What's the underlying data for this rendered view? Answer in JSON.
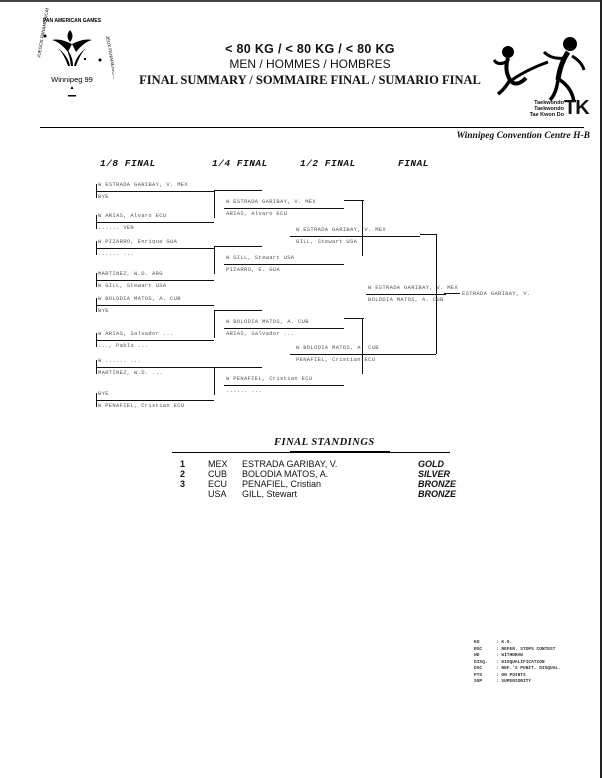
{
  "header": {
    "weight_class": "< 80 KG / < 80 KG / < 80 KG",
    "gender": "MEN / HOMMES / HOMBRES",
    "document_title": "FINAL SUMMARY / SOMMAIRE FINAL / SUMARIO FINAL",
    "event_logo_text": "Winnipeg 99",
    "event_logo_ring": "PAN AMERICAN GAMES • JEUX PANAMERICAINS • JUEGOS PANAMERICANOS",
    "sport_names": [
      "Taekwondo",
      "Taekwondo",
      "Tae Kwon Do"
    ],
    "sport_code": "TK",
    "venue": "Winnipeg Convention Centre H-B"
  },
  "bracket": {
    "rounds": [
      "1/8 FINAL",
      "1/4 FINAL",
      "1/2 FINAL",
      "FINAL"
    ],
    "round_of_16": [
      {
        "text": "W  ESTRADA GARIBAY, V.   MEX"
      },
      {
        "text": "   BYE"
      },
      {
        "text": "W  ARIAS, Alvaro        ECU"
      },
      {
        "text": "   ......                    VEN"
      },
      {
        "text": "W  PIZARRO, Enrique     GUA"
      },
      {
        "text": "   ......                    ..."
      },
      {
        "text": "   MARTINEZ, W.D.          ARG"
      },
      {
        "text": "W  GILL, Stewart          USA"
      },
      {
        "text": "W  BOLODIA MATOS, A.      CUB"
      },
      {
        "text": "   BYE"
      },
      {
        "text": "W  ARIAS, Salvador        ..."
      },
      {
        "text": "   ..., Pablo                 ..."
      },
      {
        "text": "W  ......                    ..."
      },
      {
        "text": "   MARTINEZ, W.D.          ..."
      },
      {
        "text": "   BYE"
      },
      {
        "text": "W  PENAFIEL, Cristian     ECU"
      }
    ],
    "quarterfinals": [
      {
        "text": "W  ESTRADA GARIBAY, V.   MEX"
      },
      {
        "text": "   ARIAS, Alvaro        ECU"
      },
      {
        "text": "W  GILL, Stewart          USA"
      },
      {
        "text": "   PIZARRO, E.             GUA"
      },
      {
        "text": "W  BOLODIA MATOS, A.      CUB"
      },
      {
        "text": "   ARIAS, Salvador        ..."
      },
      {
        "text": "W  PENAFIEL, Cristian     ECU"
      },
      {
        "text": "   ......                    ..."
      }
    ],
    "semifinals": [
      {
        "text": "W  ESTRADA GARIBAY, V.   MEX"
      },
      {
        "text": "   GILL, Stewart          USA"
      },
      {
        "text": "W  BOLODIA MATOS, A.      CUB"
      },
      {
        "text": "   PENAFIEL, Cristian     ECU"
      }
    ],
    "final": [
      {
        "text": "W  ESTRADA GARIBAY, V.   MEX"
      },
      {
        "text": "   BOLODIA MATOS, A.      CUB"
      }
    ],
    "champion": "ESTRADA GARIBAY, V."
  },
  "standings": {
    "title": "FINAL STANDINGS",
    "rows": [
      {
        "rank": "1",
        "noc": "MEX",
        "name": "ESTRADA GARIBAY, V.",
        "medal": "GOLD"
      },
      {
        "rank": "2",
        "noc": "CUB",
        "name": "BOLODIA MATOS, A.",
        "medal": "SILVER"
      },
      {
        "rank": "3",
        "noc": "ECU",
        "name": "PENAFIEL, Cristian",
        "medal": "BRONZE"
      },
      {
        "rank": "",
        "noc": "USA",
        "name": "GILL, Stewart",
        "medal": "BRONZE"
      }
    ]
  },
  "legend": [
    {
      "code": "KO",
      "desc": ": K.O."
    },
    {
      "code": "RSC",
      "desc": ": REFER. STOPS CONTEST"
    },
    {
      "code": "WD",
      "desc": ": WITHDRAW"
    },
    {
      "code": "DISQ.",
      "desc": ": DISQUALIFICATION"
    },
    {
      "code": "DSC",
      "desc": ": REF.'S PUNIT. DISQUAL."
    },
    {
      "code": "PTS",
      "desc": ": ON POINTS"
    },
    {
      "code": "SUP",
      "desc": ": SUPERIORITY"
    }
  ]
}
